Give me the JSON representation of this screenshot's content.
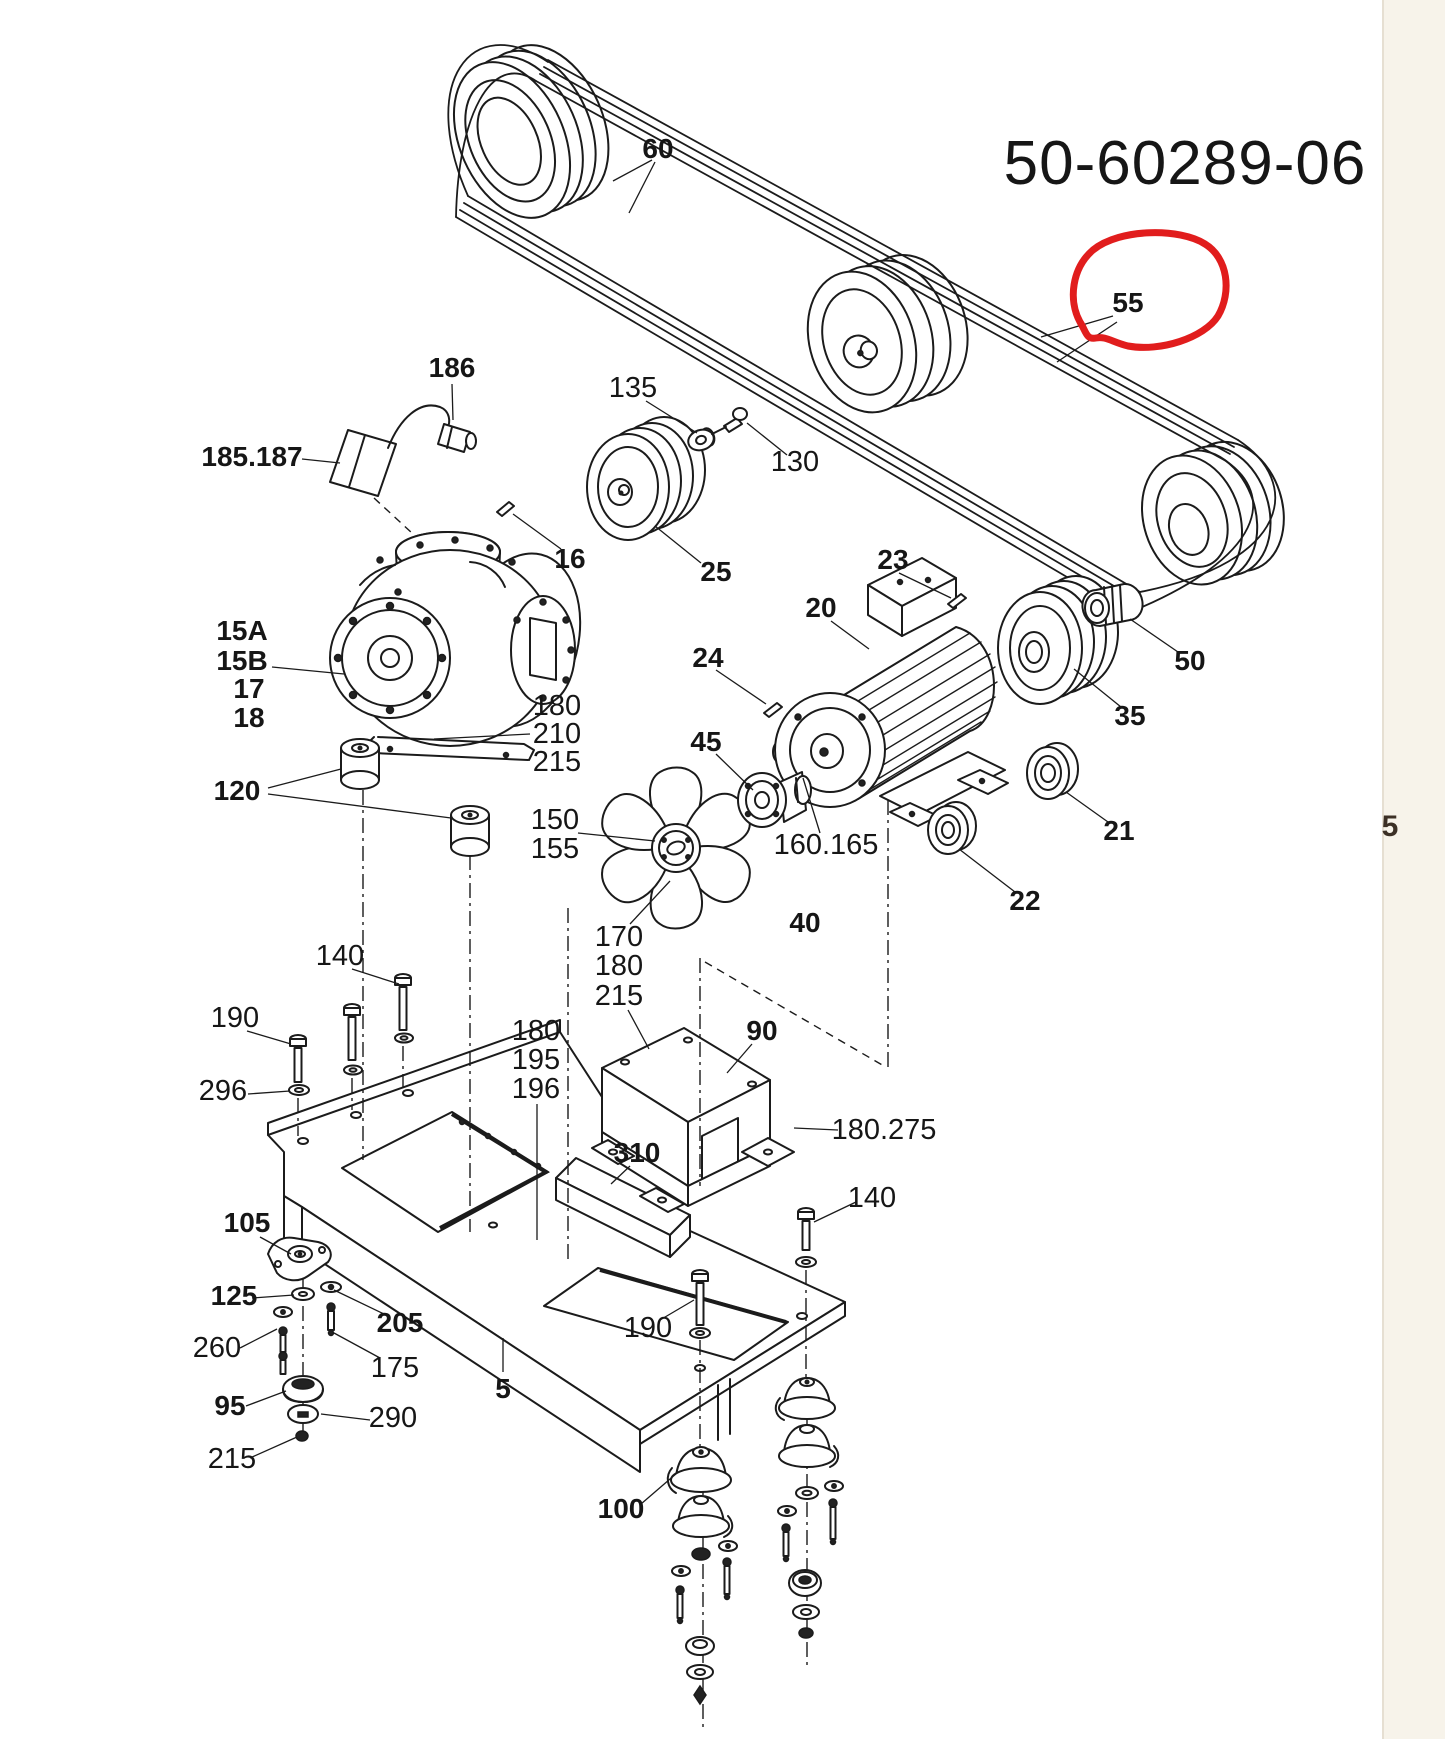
{
  "title": "50-60289-06",
  "page_number": "5",
  "highlight": {
    "part": "55",
    "color": "#e11d1d"
  },
  "labels": {
    "n60": "60",
    "n55": "55",
    "n186": "186",
    "n185_187": "185.187",
    "n135": "135",
    "n130": "130",
    "n16": "16",
    "n25": "25",
    "n23": "23",
    "n20": "20",
    "n24": "24",
    "n45": "45",
    "n50": "50",
    "n35": "35",
    "n21": "21",
    "n22": "22",
    "n15A": "15A",
    "n15B": "15B",
    "n17": "17",
    "n18": "18",
    "n180a": "180",
    "n210": "210",
    "n215a": "215",
    "n120": "120",
    "n150": "150",
    "n155": "155",
    "n160_165": "160.165",
    "n40": "40",
    "n170": "170",
    "n180b": "180",
    "n215b": "215",
    "n140a": "140",
    "n190a": "190",
    "n296": "296",
    "n180c": "180",
    "n195": "195",
    "n196": "196",
    "n90": "90",
    "n310": "310",
    "n180_275": "180.275",
    "n105": "105",
    "n125": "125",
    "n205": "205",
    "n260": "260",
    "n175": "175",
    "n95": "95",
    "n290": "290",
    "n215c": "215",
    "n5": "5",
    "n190b": "190",
    "n140b": "140",
    "n100": "100"
  }
}
